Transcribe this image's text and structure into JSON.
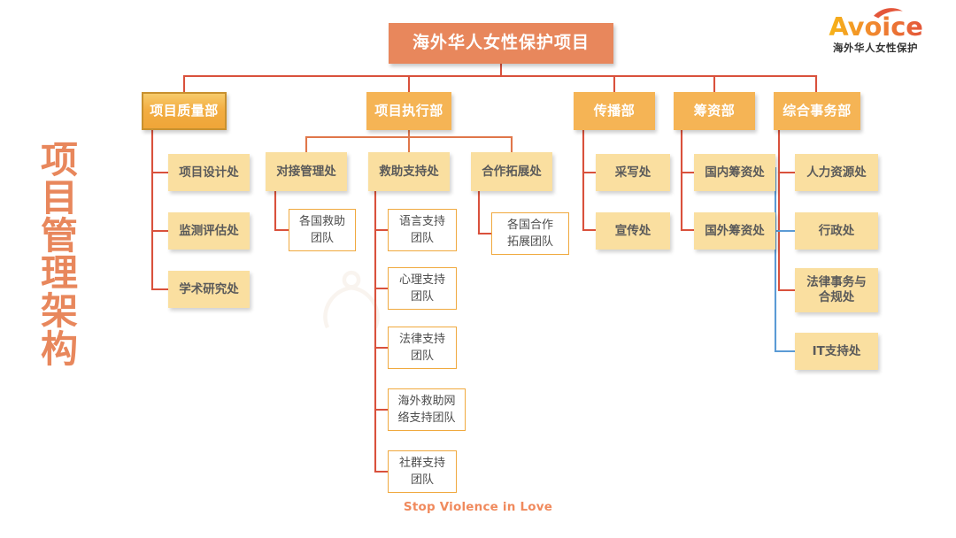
{
  "page": {
    "side_title": "项目管理架构",
    "side_title_chars": [
      "项",
      "目",
      "管",
      "理",
      "架",
      "构"
    ],
    "slogan": "Stop Violence in Love",
    "background": "#FFFFFF"
  },
  "logo": {
    "wordmark": "Avoice",
    "tagline": "海外华人女性保护",
    "colors": {
      "left": "#F4A01E",
      "right": "#E8603C",
      "swoosh": "#E8603C"
    }
  },
  "colors": {
    "root_fill": "#E8875C",
    "level2_fill": "#F5B455",
    "level3_fill": "#FADFA0",
    "level4_fill": "#FFFFFF",
    "level4_border": "#F0A93E",
    "connector_red": "#D9513C",
    "connector_orange": "#E0774A",
    "connector_blue": "#5B9BD5",
    "text_white": "#FFFFFF",
    "text_gray": "#5A5A5A",
    "title_orange": "#E8875C"
  },
  "chart_data": {
    "type": "org-chart",
    "title": "海外华人女性保护项目",
    "root": {
      "label": "海外华人女性保护项目",
      "level": 1
    },
    "departments": [
      {
        "label": "项目质量部",
        "level": 2,
        "connector": "red",
        "children": [
          {
            "label": "项目设计处",
            "level": 3,
            "children": []
          },
          {
            "label": "监测评估处",
            "level": 3,
            "children": []
          },
          {
            "label": "学术研究处",
            "level": 3,
            "children": []
          }
        ]
      },
      {
        "label": "项目执行部",
        "level": 2,
        "connector": "red",
        "children": [
          {
            "label": "对接管理处",
            "level": 3,
            "children": [
              {
                "label": "各国救助\n团队",
                "level": 4
              }
            ]
          },
          {
            "label": "救助支持处",
            "level": 3,
            "children": [
              {
                "label": "语言支持\n团队",
                "level": 4
              },
              {
                "label": "心理支持\n团队",
                "level": 4
              },
              {
                "label": "法律支持\n团队",
                "level": 4
              },
              {
                "label": "海外救助网\n络支持团队",
                "level": 4
              },
              {
                "label": "社群支持\n团队",
                "level": 4
              }
            ]
          },
          {
            "label": "合作拓展处",
            "level": 3,
            "children": [
              {
                "label": "各国合作\n拓展团队",
                "level": 4
              }
            ]
          }
        ]
      },
      {
        "label": "传播部",
        "level": 2,
        "connector": "red",
        "children": [
          {
            "label": "采写处",
            "level": 3,
            "children": []
          },
          {
            "label": "宣传处",
            "level": 3,
            "children": []
          }
        ]
      },
      {
        "label": "筹资部",
        "level": 2,
        "connector": "red",
        "children": [
          {
            "label": "国内筹资处",
            "level": 3,
            "children": []
          },
          {
            "label": "国外筹资处",
            "level": 3,
            "children": []
          }
        ]
      },
      {
        "label": "综合事务部",
        "level": 2,
        "connector": "red+blue",
        "children": [
          {
            "label": "人力资源处",
            "level": 3,
            "connector": "red",
            "children": []
          },
          {
            "label": "行政处",
            "level": 3,
            "connector": "blue",
            "children": []
          },
          {
            "label": "法律事务与\n合规处",
            "level": 3,
            "connector": "red",
            "children": []
          },
          {
            "label": "IT支持处",
            "level": 3,
            "connector": "blue",
            "children": []
          }
        ]
      }
    ],
    "counts": {
      "departments": 5,
      "offices": 14,
      "teams": 7
    }
  }
}
